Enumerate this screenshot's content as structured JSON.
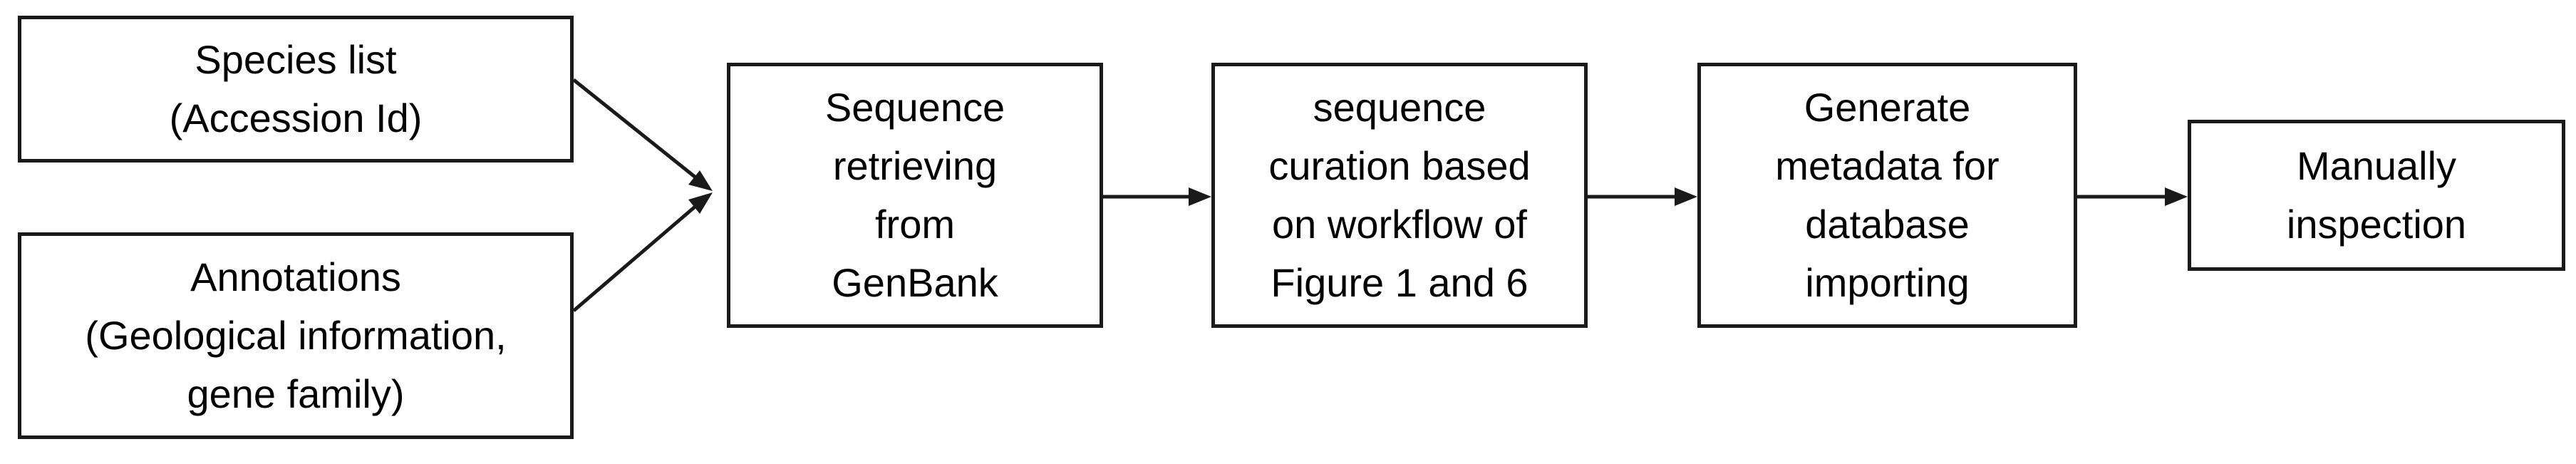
{
  "nodes": {
    "species_list": {
      "lines": [
        "Species list",
        "(Accession Id)"
      ]
    },
    "annotations": {
      "lines": [
        "Annotations",
        "(Geological information,",
        "gene family)"
      ]
    },
    "sequence_retrieving": {
      "lines": [
        "Sequence",
        "retrieving",
        "from",
        "GenBank"
      ]
    },
    "sequence_curation": {
      "lines": [
        "sequence",
        "curation based",
        "on workflow of",
        "Figure 1 and 6"
      ]
    },
    "generate_metadata": {
      "lines": [
        "Generate",
        "metadata for",
        "database",
        "importing"
      ]
    },
    "manual_inspection": {
      "lines": [
        "Manually",
        "inspection"
      ]
    }
  },
  "edges": [
    {
      "from": "species_list",
      "to": "sequence_retrieving"
    },
    {
      "from": "annotations",
      "to": "sequence_retrieving"
    },
    {
      "from": "sequence_retrieving",
      "to": "sequence_curation"
    },
    {
      "from": "sequence_curation",
      "to": "generate_metadata"
    },
    {
      "from": "generate_metadata",
      "to": "manual_inspection"
    }
  ],
  "colors": {
    "stroke": "#1a1a1a",
    "background": "#ffffff",
    "text": "#000000"
  }
}
